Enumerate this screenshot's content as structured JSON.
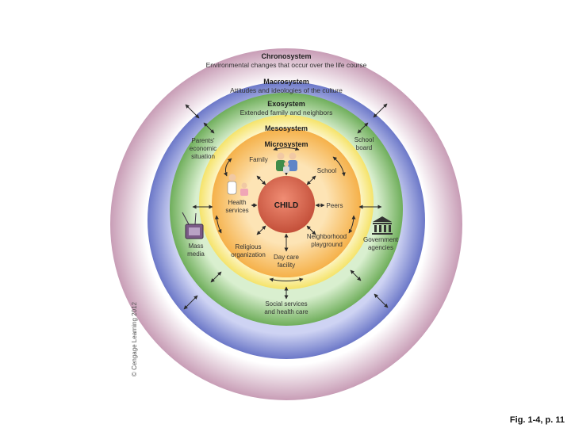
{
  "rings": {
    "chronosystem": {
      "title": "Chronosystem",
      "subtitle": "Environmental changes that occur over the life course"
    },
    "macrosystem": {
      "title": "Macrosystem",
      "subtitle": "Attitudes and ideologies of the culture"
    },
    "exosystem": {
      "title": "Exosystem",
      "subtitle": "Extended family and neighbors"
    },
    "mesosystem": {
      "title": "Mesosystem"
    },
    "microsystem": {
      "title": "Microsystem"
    }
  },
  "center": {
    "label": "CHILD"
  },
  "microsystem_items": {
    "family": "Family",
    "school": "School",
    "health_1": "Health",
    "health_2": "services",
    "peers": "Peers",
    "religious_1": "Religious",
    "religious_2": "organization",
    "daycare_1": "Day care",
    "daycare_2": "facility",
    "neighborhood_1": "Neighborhood",
    "neighborhood_2": "playground"
  },
  "exosystem_items": {
    "parents_1": "Parents'",
    "parents_2": "economic",
    "parents_3": "situation",
    "schoolboard_1": "School",
    "schoolboard_2": "board",
    "massmedia_1": "Mass",
    "massmedia_2": "media",
    "government_1": "Government",
    "government_2": "agencies",
    "social_1": "Social services",
    "social_2": "and health care"
  },
  "credit": "© Cengage Learning 2012",
  "caption": "Fig. 1-4, p. 11",
  "colors": {
    "chronosystem": "#e9d0dd",
    "chronosystem_edge": "#c9a0b6",
    "macrosystem": "#8890d3",
    "exosystem": "#8dc47e",
    "mesosystem": "#f9ec8a",
    "microsystem": "#f8c25e",
    "child": "#d9644c"
  }
}
